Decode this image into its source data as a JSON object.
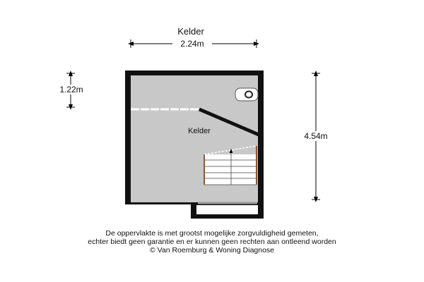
{
  "title": "Kelder",
  "room_label": "Kelder",
  "dimensions": {
    "width": "2.24m",
    "height_left": "1.22m",
    "height_right": "4.54m"
  },
  "disclaimer": [
    "De oppervlakte is met grootst mogelijke zorgvuldigheid gemeten,",
    "echter biedt geen garantie en er kunnen geen rechten aan ontleend worden",
    "© Van Roemburg & Woning Diagnose"
  ],
  "colors": {
    "wall": "#111111",
    "floor": "#c8c8c8",
    "stair_rail": "#8b5a3c"
  }
}
